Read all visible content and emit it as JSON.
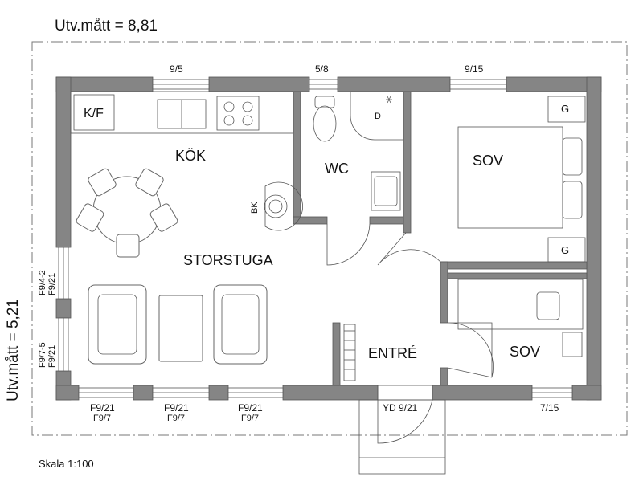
{
  "dims": {
    "width_label": "Utv.mått = 8,81",
    "height_label": "Utv.mått = 5,21"
  },
  "scale": "Skala 1:100",
  "rooms": {
    "kok": "KÖK",
    "kf": "K/F",
    "storstuga": "STORSTUGA",
    "wc": "WC",
    "d": "D",
    "bk": "BK",
    "sov1": "SOV",
    "sov2": "SOV",
    "entre": "ENTRÉ",
    "g1": "G",
    "g2": "G"
  },
  "windows": {
    "top_left": "9/5",
    "top_mid": "5/8",
    "top_right": "9/15",
    "bottom_right": "7/15",
    "door": "YD 9/21",
    "bottom1_a": "F9/21",
    "bottom1_b": "F9/7",
    "bottom2_a": "F9/21",
    "bottom2_b": "F9/7",
    "bottom3_a": "F9/21",
    "bottom3_b": "F9/7",
    "left1_a": "F9/4-2",
    "left1_b": "F9/21",
    "left2_a": "F9/7-5",
    "left2_b": "F9/21"
  }
}
